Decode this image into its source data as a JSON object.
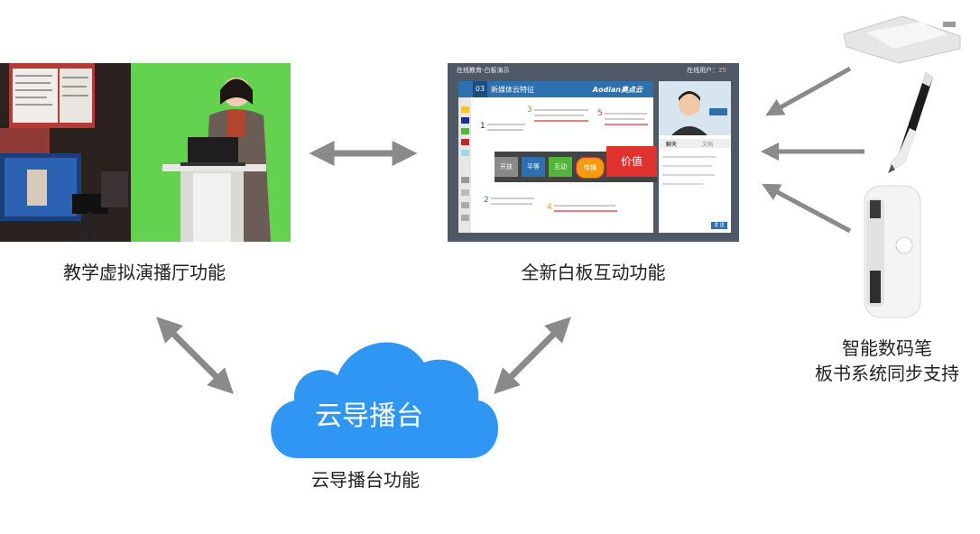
{
  "captions": {
    "studio": "教学虚拟演播厅功能",
    "whiteboard": "全新白板互动功能",
    "pen_line1": "智能数码笔",
    "pen_line2": "板书系统同步支持",
    "cloud": "云导播台功能"
  },
  "cloud_label": "云导播台",
  "whiteboard_screen": {
    "title": "在线教育-白板演示",
    "online_label": "在线用户：",
    "online_count": "25",
    "slide_number": "03",
    "slide_title": "新媒体云特征",
    "logo": "Aodian奥点云",
    "film_items": [
      "开放",
      "平等",
      "互动",
      "传播",
      "价值"
    ],
    "chat_tabs": [
      "聊天",
      "文档"
    ],
    "send_button": "发 送"
  },
  "colors": {
    "arrow": "#8a8a8a",
    "cloud": "#2f97f3",
    "whiteboard_frame": "#4f5965",
    "slide_header": "#2e6fae",
    "film_red": "#e0322f",
    "film_orange": "#f39c12"
  },
  "icons": [
    "double-arrow",
    "arrow-left",
    "cloud",
    "digital-pen",
    "pen-box",
    "pen-stand"
  ]
}
